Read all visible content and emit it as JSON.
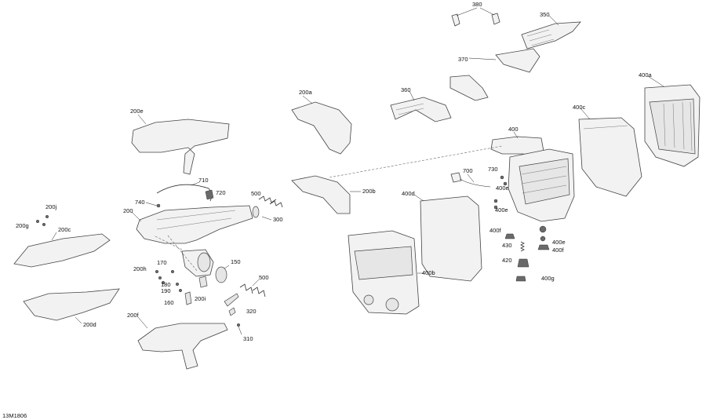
{
  "drawing_id": "13M1806",
  "callouts": {
    "c380": "380",
    "c350": "350",
    "c370": "370",
    "c360": "360",
    "c400a": "400a",
    "c400c": "400c",
    "c400": "400",
    "c200a": "200a",
    "c200e": "200e",
    "c700": "700",
    "c730": "730",
    "c400e_1": "400e",
    "c400e_2": "400e",
    "c400e_3": "400e",
    "c710": "710",
    "c720": "720",
    "c740": "740",
    "c500_1": "500",
    "c500_2": "500",
    "c200b": "200b",
    "c400d": "400d",
    "c200j": "200j",
    "c200g": "200g",
    "c200": "200",
    "c300": "300",
    "c200c": "200c",
    "c400f_1": "400f",
    "c400f_2": "400f",
    "c430": "430",
    "c420": "420",
    "c400g": "400g",
    "c400b": "400b",
    "c170": "170",
    "c150": "150",
    "c200h": "200h",
    "c180": "180",
    "c190": "190",
    "c200i": "200i",
    "c160": "160",
    "c200d": "200d",
    "c200f": "200f",
    "c320": "320",
    "c310": "310"
  }
}
